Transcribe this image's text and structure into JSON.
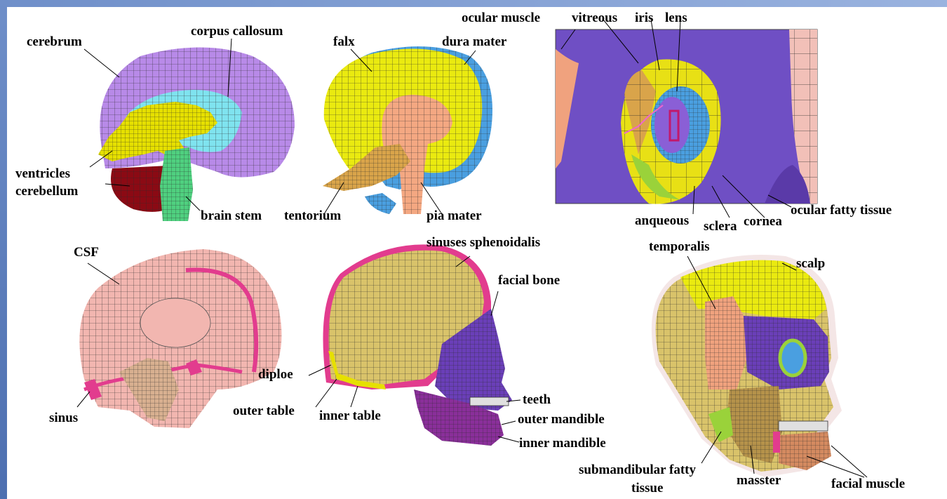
{
  "colors": {
    "frame": "#5a82bf",
    "cerebrum": "#b88ae8",
    "ventricles": "#e6e000",
    "corpus_callosum": "#7fe3ef",
    "cerebellum": "#8b0a14",
    "brain_stem": "#4fd07f",
    "falx": "#eaea10",
    "dura_mater": "#4a9fe0",
    "pia_mater": "#f4a882",
    "tentorium": "#d9a44a",
    "eye_background": "#6f4fc4",
    "csf": "#f2b6b0",
    "sinus": "#e23c8e",
    "skull": "#d9c36a",
    "facial": "#6a3fb8",
    "mandible": "#8a2f9a",
    "scalp": "#f4e6e6",
    "temporalis": "#f0a27e",
    "masseter": "#b5924a",
    "mesh_line": "#2a2a2a"
  },
  "labels": {
    "cerebrum": "cerebrum",
    "corpus_callosum": "corpus callosum",
    "ventricles": "ventricles",
    "cerebellum": "cerebellum",
    "brain_stem": "brain stem",
    "falx": "falx",
    "dura_mater": "dura mater",
    "tentorium": "tentorium",
    "pia_mater": "pia mater",
    "ocular_muscle": "ocular muscle",
    "vitreous": "vitreous",
    "iris": "iris",
    "lens": "lens",
    "anqueous": "anqueous",
    "sclera": "sclera",
    "cornea": "cornea",
    "ocular_fatty_tissue": "ocular fatty tissue",
    "csf": "CSF",
    "sinus": "sinus",
    "sinuses_sphenoidalis": "sinuses sphenoidalis",
    "facial_bone": "facial bone",
    "diploe": "diploe",
    "outer_table": "outer table",
    "inner_table": "inner table",
    "teeth": "teeth",
    "outer_mandible": "outer mandible",
    "inner_mandible": "inner mandible",
    "temporalis": "temporalis",
    "scalp": "scalp",
    "submandibular_fatty_tissue_line1": "submandibular fatty",
    "submandibular_fatty_tissue_line2": "tissue",
    "masster": "masster",
    "facial_muscle": "facial muscle"
  }
}
